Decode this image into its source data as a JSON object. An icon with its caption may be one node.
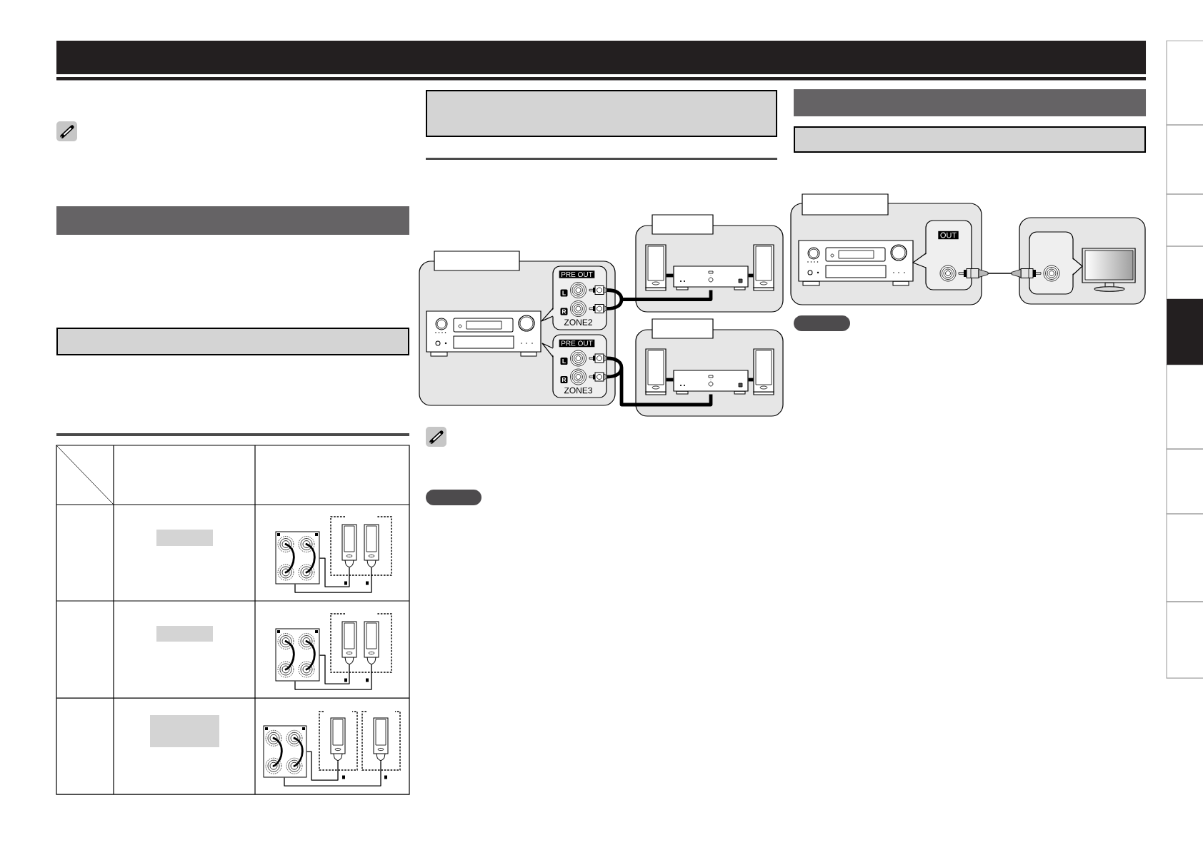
{
  "diagram": {
    "nodes": [
      {
        "text": [],
        "shape": "picture"
      },
      {
        "text": [],
        "shape": "picture"
      },
      {
        "text": [],
        "shape": "picture"
      },
      {
        "text": [],
        "shape": "picture"
      },
      {
        "text": [],
        "shape": "picture"
      },
      {
        "text": [],
        "shape": "picture"
      },
      {
        "text": [],
        "shape": "picture"
      },
      {
        "text": [],
        "shape": "picture"
      },
      {
        "text": [],
        "shape": "picture"
      },
      {
        "text": [
          "ZONE2"
        ]
      },
      {
        "text": [
          "PRE OUT"
        ],
        "in": 9
      },
      {
        "text": [
          "L"
        ],
        "in": 9
      },
      {
        "text": [
          "R"
        ],
        "in": 9
      },
      {
        "text": [
          "ZONE3"
        ]
      },
      {
        "text": [
          "PRE OUT"
        ],
        "in": 13
      },
      {
        "text": [
          "L"
        ],
        "in": 13
      },
      {
        "text": [
          "R"
        ],
        "in": 13
      },
      {
        "text": [],
        "shape": "picture"
      },
      {
        "text": [],
        "shape": "picture"
      },
      {
        "text": [],
        "shape": "picture"
      },
      {
        "text": [],
        "shape": "picture"
      },
      {
        "text": [],
        "shape": "picture"
      },
      {
        "text": [],
        "shape": "picture"
      },
      {
        "text": [],
        "shape": "box"
      },
      {
        "text": [
          "OUT"
        ],
        "in": 23
      },
      {
        "text": [],
        "shape": "box"
      },
      {
        "text": [],
        "shape": "bar"
      },
      {
        "text": [],
        "shape": "box"
      },
      {
        "text": [],
        "shape": "bar"
      },
      {
        "text": [],
        "shape": "box"
      },
      {
        "text": [],
        "shape": "box"
      },
      {
        "text": [],
        "shape": "box"
      },
      {
        "text": [],
        "shape": "box"
      },
      {
        "text": [],
        "shape": "box"
      },
      {
        "text": [],
        "shape": "bar"
      },
      {
        "text": [],
        "shape": "box"
      },
      {
        "text": [],
        "shape": "box"
      },
      {
        "text": [],
        "shape": "box"
      },
      {
        "text": [],
        "shape": "box"
      }
    ],
    "edges": [
      {
        "from": 0,
        "to": 1,
        "arrow": "none"
      },
      {
        "from": 0,
        "to": 2,
        "arrow": "none"
      },
      {
        "from": 3,
        "to": 4,
        "arrow": "none"
      },
      {
        "from": 3,
        "to": 5,
        "arrow": "none"
      },
      {
        "from": 6,
        "to": 7,
        "arrow": "none"
      },
      {
        "from": 6,
        "to": 8,
        "arrow": "none"
      },
      {
        "from": 18,
        "to": 9,
        "arrow": "to",
        "style": "thick"
      },
      {
        "from": 21,
        "to": 13,
        "arrow": "to",
        "style": "thick"
      },
      {
        "from": 17,
        "to": 18,
        "arrow": "none",
        "style": "thick"
      },
      {
        "from": 18,
        "to": 19,
        "arrow": "none",
        "style": "thick"
      },
      {
        "from": 20,
        "to": 21,
        "arrow": "none",
        "style": "thick"
      },
      {
        "from": 21,
        "to": 22,
        "arrow": "none",
        "style": "thick"
      },
      {
        "from": 23,
        "to": 25,
        "arrow": "to"
      }
    ]
  }
}
